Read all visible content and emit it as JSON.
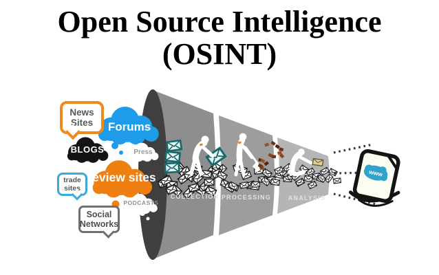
{
  "title": {
    "line1": "Open Source Intelligence",
    "line2": "(OSINT)"
  },
  "sources": {
    "news_sites": {
      "line1": "News",
      "line2": "Sites"
    },
    "forums": {
      "label": "Forums"
    },
    "blogs": {
      "label": "BLOGS"
    },
    "press": {
      "label": "Press"
    },
    "review_sites": {
      "label": "review sites"
    },
    "trade_sites": {
      "line1": "trade",
      "line2": "sites"
    },
    "podcasts": {
      "label": "PODCASTS"
    },
    "social_networks": {
      "line1": "Social",
      "line2": "Networks"
    }
  },
  "funnel": {
    "stages": [
      {
        "label": "COLLECTION",
        "color": "#8E8E8E"
      },
      {
        "label": "PROCESSING",
        "color": "#9D9D9D"
      },
      {
        "label": "ANALYSIS",
        "color": "#B5B5B5"
      }
    ],
    "mouth_color": "#3F3F3F",
    "label_color": "#E3E3E3"
  },
  "output": {
    "label": "www",
    "blob_color": "#2FA3CC"
  },
  "colors": {
    "orange": "#EE7F10",
    "blue": "#1F9CE9",
    "light_blue": "#35AADC",
    "black": "#141414",
    "white": "#FFFFFF",
    "gray_border": "#6F6F6F",
    "press_text": "#9A9A9A",
    "podcast_text": "#8F8F8F",
    "dotted_line": "#383838"
  }
}
